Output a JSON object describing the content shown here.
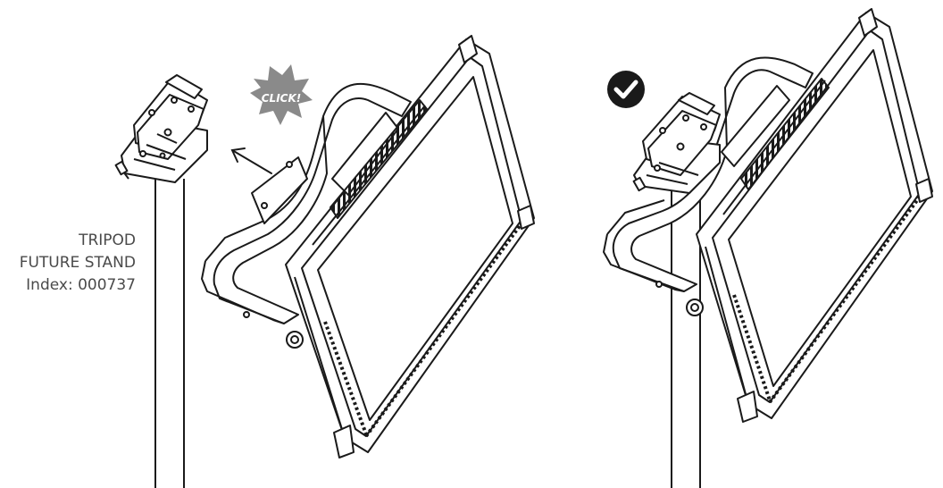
{
  "labels": {
    "product_line1": "TRIPOD",
    "product_line2": "FUTURE STAND",
    "index": "Index: 000737"
  },
  "badges": {
    "click": "CLICK!"
  },
  "icons": {
    "check": "check-circle-icon",
    "arrow": "arrow-up-left-icon"
  },
  "colors": {
    "line": "#1a1a1a",
    "badge": "#8a8a8a",
    "text": "#4a4a4a"
  }
}
